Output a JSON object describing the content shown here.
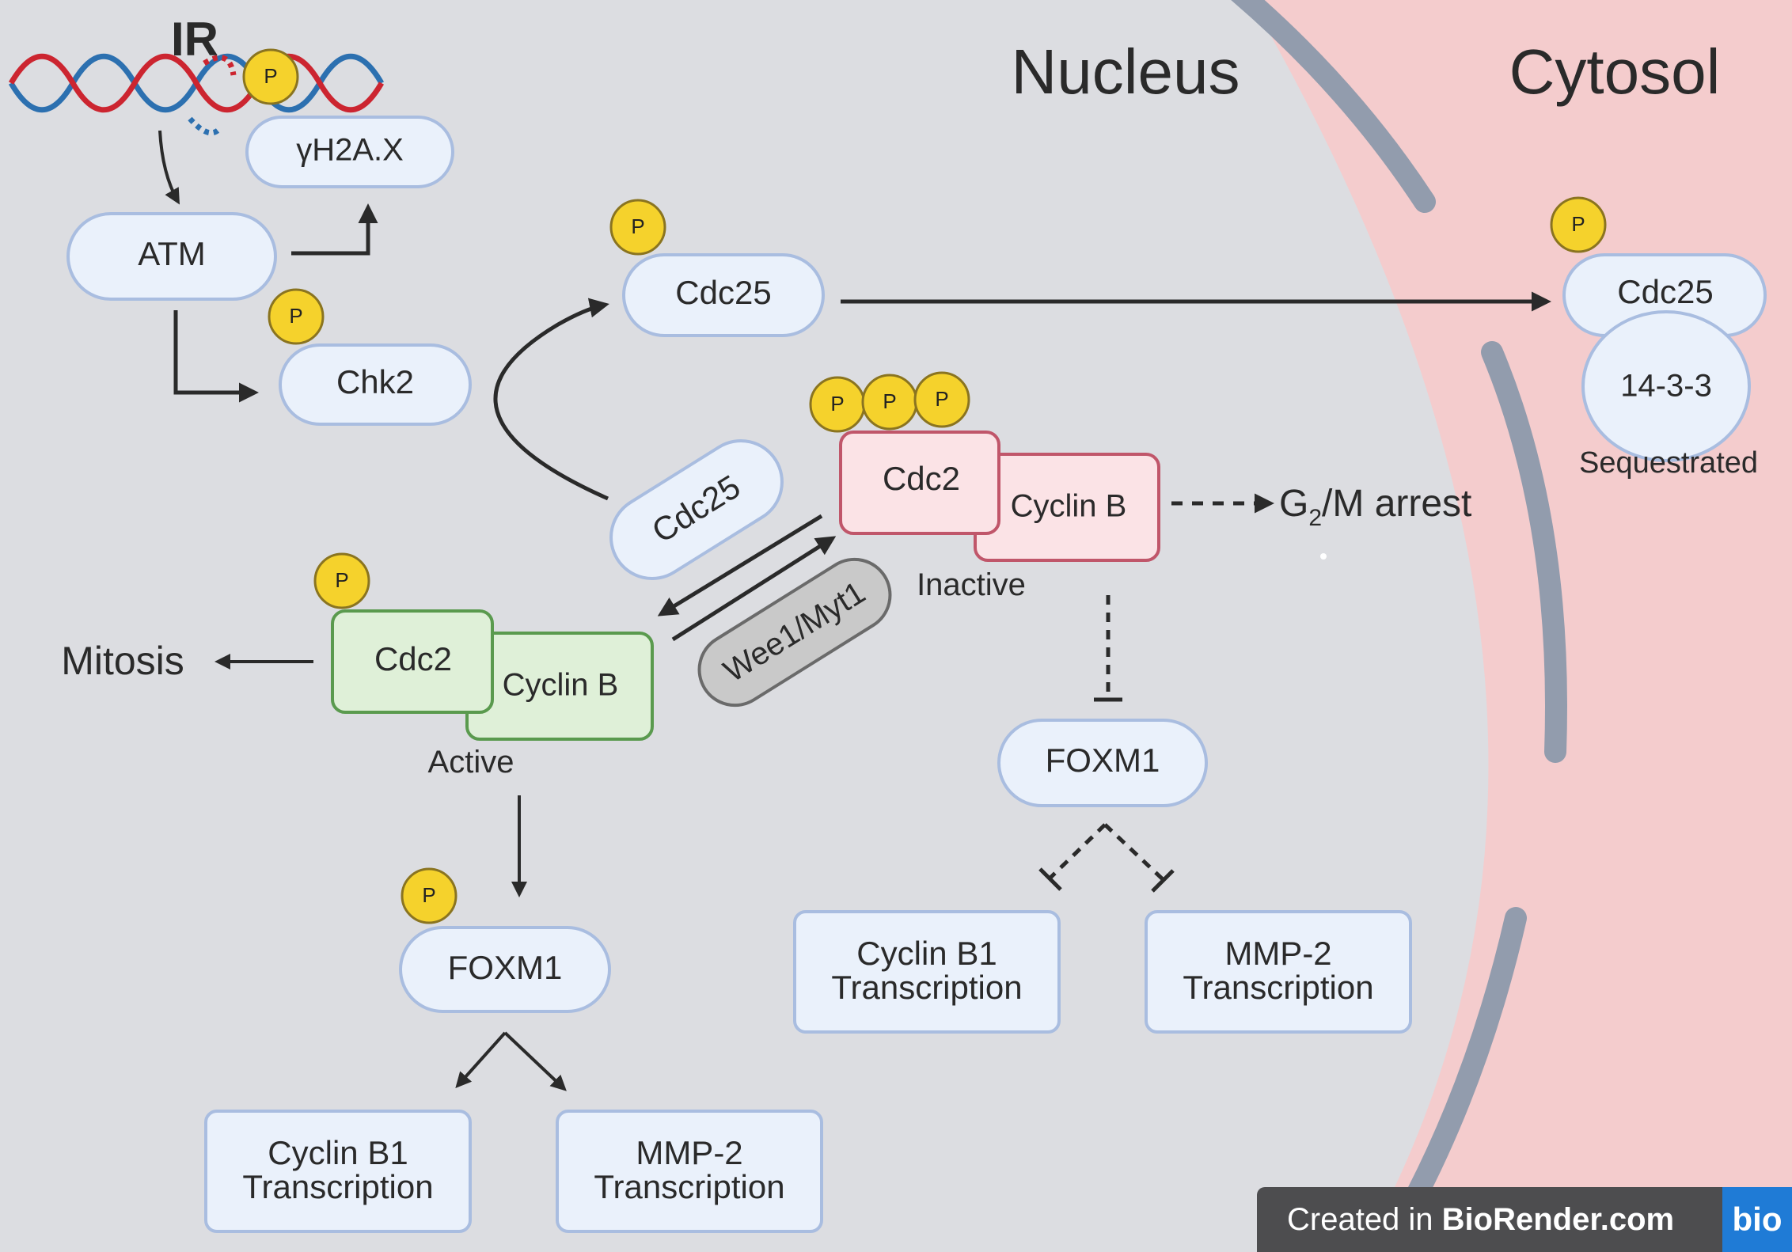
{
  "regions": {
    "nucleus": "Nucleus",
    "cytosol": "Cytosol"
  },
  "stimulus": "IR",
  "phospho": "P",
  "nodes": {
    "gh2ax": "γH2A.X",
    "atm": "ATM",
    "chk2": "Chk2",
    "cdc25_nuclear": "Cdc25",
    "cdc25_mid": "Cdc25",
    "cdc25_cyto": "Cdc25",
    "protein_1433": "14-3-3",
    "sequestrated": "Sequestrated",
    "cdc2_inactive": "Cdc2",
    "cyclinb_inactive": "Cyclin B",
    "inactive_label": "Inactive",
    "cdc2_active": "Cdc2",
    "cyclinb_active": "Cyclin B",
    "active_label": "Active",
    "wee1": "Wee1/Myt1",
    "mitosis": "Mitosis",
    "arrest_main": "G",
    "arrest_sub": "2",
    "arrest_rest": "/M arrest",
    "foxm1_left": "FOXM1",
    "foxm1_right": "FOXM1",
    "ccnb1_left_l1": "Cyclin B1",
    "ccnb1_left_l2": "Transcription",
    "mmp2_left_l1": "MMP-2",
    "mmp2_left_l2": "Transcription",
    "ccnb1_right_l1": "Cyclin B1",
    "ccnb1_right_l2": "Transcription",
    "mmp2_right_l1": "MMP-2",
    "mmp2_right_l2": "Transcription"
  },
  "watermark": {
    "prefix": "Created in ",
    "brand": "BioRender.com",
    "logo": "bio"
  },
  "colors": {
    "background": "#dcdde1",
    "cytosol": "#f4cccd",
    "membrane": "#929cad",
    "node_fill": "#eaf1fb",
    "node_stroke": "#a9bde0",
    "phospho_fill": "#f5d22c",
    "inactive_fill": "#fbe3e6",
    "inactive_stroke": "#c0566a",
    "active_fill": "#dff0d8",
    "active_stroke": "#5a9a4e",
    "wee1_fill": "#c9c9c9"
  }
}
